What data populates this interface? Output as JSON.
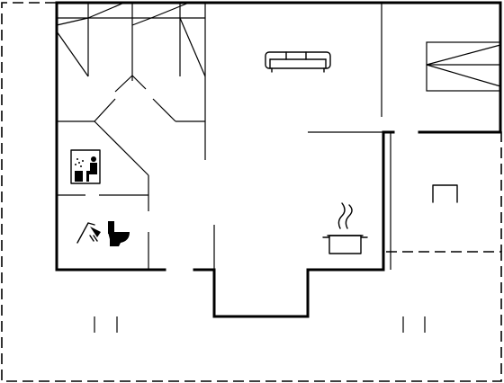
{
  "diagram": {
    "type": "floor-plan",
    "line_color": "#000000",
    "background": "#ffffff",
    "rooms": [
      {
        "id": "bedroom-1",
        "furniture": [
          "bed"
        ]
      },
      {
        "id": "bedroom-2",
        "furniture": [
          "bed"
        ]
      },
      {
        "id": "hallway",
        "furniture": []
      },
      {
        "id": "sauna",
        "furniture": [
          "sauna-icon"
        ]
      },
      {
        "id": "bathroom",
        "furniture": [
          "shower-icon",
          "toilet-icon"
        ]
      },
      {
        "id": "living-room",
        "furniture": [
          "sofa-icon"
        ]
      },
      {
        "id": "bedroom-3",
        "furniture": [
          "bed"
        ]
      },
      {
        "id": "kitchen",
        "furniture": [
          "cooking-pot-icon"
        ]
      },
      {
        "id": "annex",
        "furniture": [
          "chair-icon"
        ]
      },
      {
        "id": "terrace",
        "furniture": []
      }
    ]
  }
}
